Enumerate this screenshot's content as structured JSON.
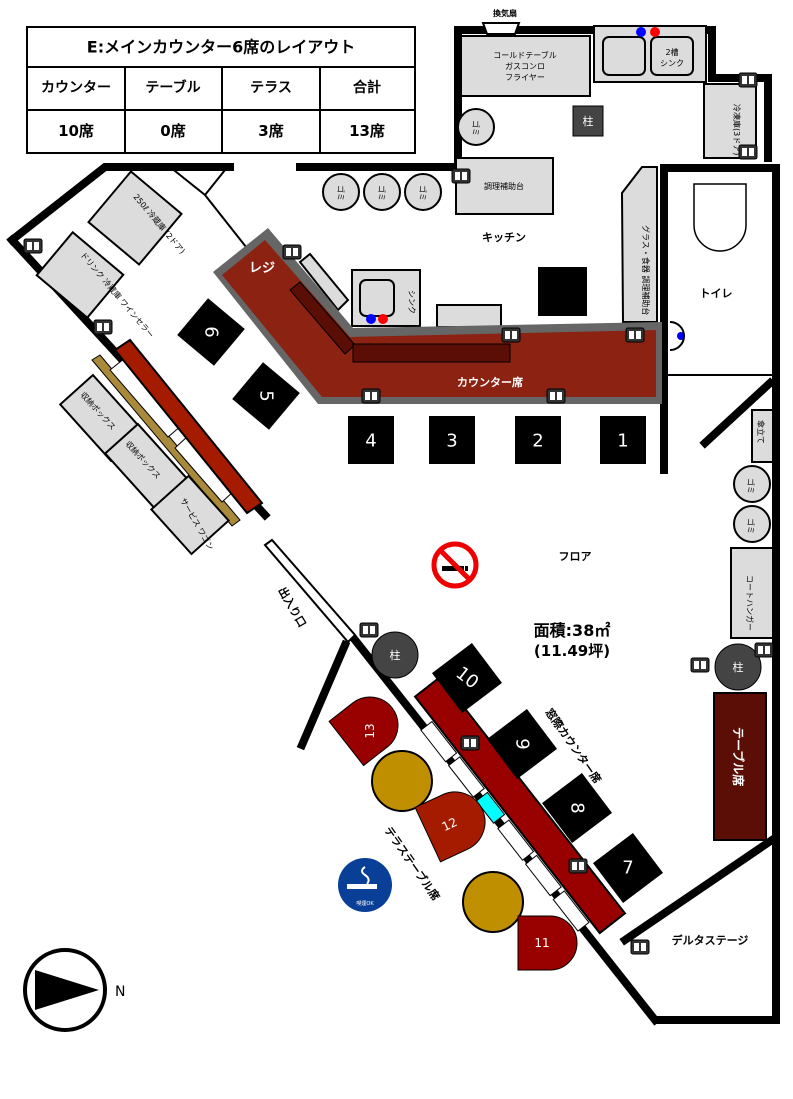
{
  "summary": {
    "title": "E:メインカウンター6席のレイアウト",
    "columns": [
      "カウンター",
      "テーブル",
      "テラス",
      "合計"
    ],
    "values": [
      "10席",
      "0席",
      "3席",
      "13席"
    ]
  },
  "kitchen": {
    "fan": "換気扇",
    "cold_table": [
      "コールドテーブル",
      "ガスコンロ",
      "フライヤー"
    ],
    "sink2": [
      "2槽",
      "シンク"
    ],
    "freezer": "冷凍庫(3ドア)",
    "pillar": "柱",
    "trash": "ゴミ",
    "prep_table": "調理補助台",
    "label": "キッチン",
    "glass_table": "グラス・食器 調理補助台",
    "sink": "シンク"
  },
  "left_area": {
    "fridge_250": "250ℓ 冷蔵庫 (2ドア)",
    "drink_fridge": "ドリンク 冷蔵庫 ワインセラー",
    "storage1": "収納ボックス",
    "storage2": "収納ボックス",
    "wagon": "サービス ワゴン",
    "register": "レジ"
  },
  "counter": {
    "label": "カウンター席",
    "seats": [
      "1",
      "2",
      "3",
      "4",
      "5",
      "6"
    ]
  },
  "toilet": "トイレ",
  "right_side": {
    "umbrella": "傘立て",
    "trash1": "ゴミ",
    "trash2": "ゴミ",
    "coat": "コートハンガー",
    "pillar": "柱",
    "table_seat": "テーブル席"
  },
  "floor": {
    "label": "フロア",
    "area": "面積:38㎡",
    "area_tsubo": "(11.49坪)",
    "entrance": "出入り口",
    "pillar": "柱"
  },
  "window_counter": {
    "label": "窓際カウンター席",
    "seats": [
      "7",
      "8",
      "9",
      "10"
    ]
  },
  "terrace": {
    "label": "テラステーブル席",
    "seats": [
      "11",
      "12",
      "13"
    ]
  },
  "delta_stage": "デルタステージ",
  "smoking_ok": "喫煙OK",
  "compass": "N",
  "colors": {
    "counter": "#8b2212",
    "window_counter": "#990000",
    "gold": "#bf8f00",
    "wagon": "#a88a3a",
    "smoking_blue": "#0a3f98"
  }
}
